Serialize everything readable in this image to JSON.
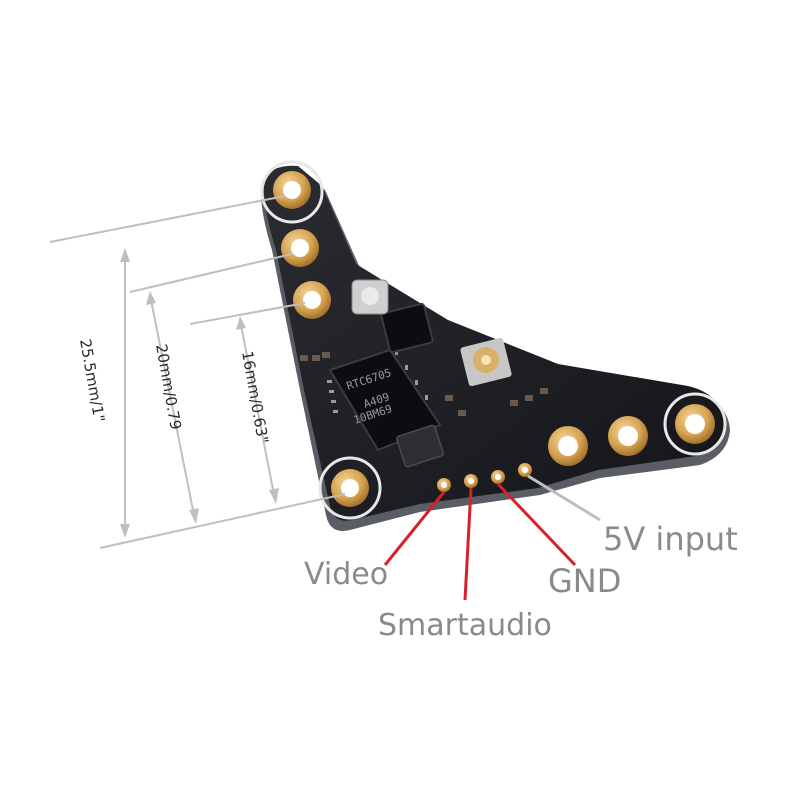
{
  "dimensions": [
    {
      "label": "25.5mm/1\""
    },
    {
      "label": "20mm/0.79"
    },
    {
      "label": "16mm/0.63\""
    }
  ],
  "chip": {
    "line1": "RTC6705",
    "line2": "A409",
    "line3": "10BM69"
  },
  "callouts": {
    "video": "Video",
    "smartaudio": "Smartaudio",
    "gnd": "GND",
    "v5": "5V input"
  },
  "colors": {
    "pcb": "#1b1d22",
    "pad": "#d8a85a",
    "leader_red": "#d8202a",
    "leader_gray": "#b8b8b8"
  }
}
